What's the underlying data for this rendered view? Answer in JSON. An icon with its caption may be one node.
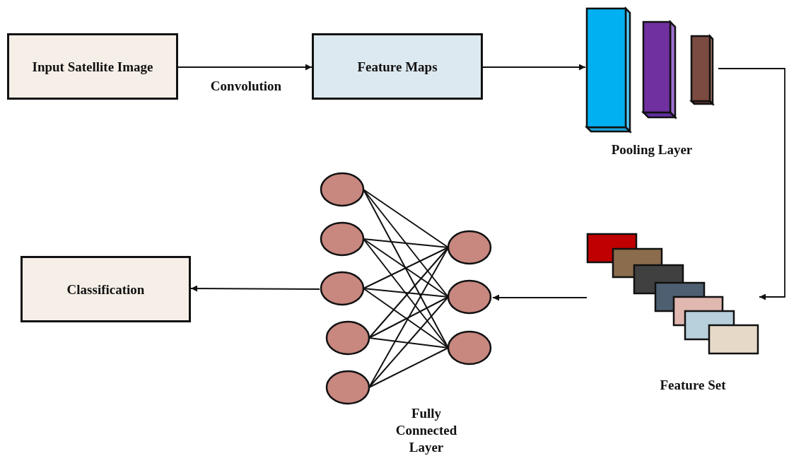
{
  "diagram": {
    "nodes": [
      {
        "text": [
          "Input Satellite Image"
        ]
      },
      {
        "text": [
          "Feature Maps"
        ]
      },
      {
        "text": [],
        "shape": "picture",
        "beside": [
          "Pooling Layer"
        ]
      },
      {
        "text": [],
        "shape": "picture",
        "beside": [
          "Feature Set"
        ]
      },
      {
        "text": [],
        "shape": "picture",
        "beside": [
          "Fully Connected Layer"
        ]
      },
      {
        "text": [
          "Classification"
        ]
      }
    ],
    "edges": [
      {
        "from": 0,
        "to": 1,
        "arrow": "to",
        "label": "Convolution"
      },
      {
        "from": 1,
        "to": 2,
        "arrow": "to"
      },
      {
        "from": 2,
        "to": 3,
        "arrow": "to"
      },
      {
        "from": 3,
        "to": 4,
        "arrow": "to"
      },
      {
        "from": 4,
        "to": 5,
        "arrow": "to"
      }
    ]
  }
}
